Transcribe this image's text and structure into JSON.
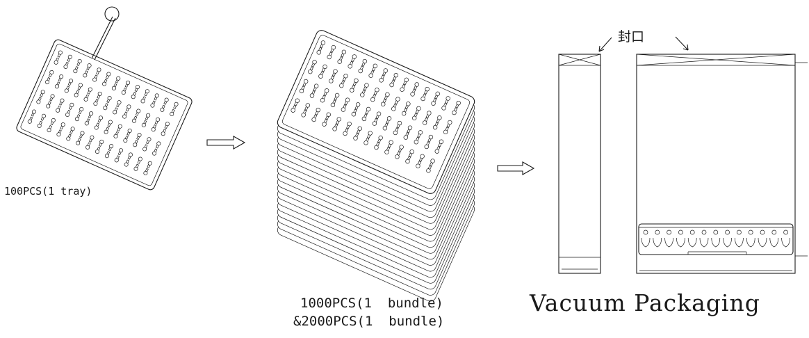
{
  "labels": {
    "single_tray": "100PCS(1 tray)",
    "bundle_line1": "1000PCS(1  bundle)",
    "bundle_line2": "&2000PCS(1  bundle)",
    "vacuum": "Vacuum Packaging",
    "seal": "封口"
  },
  "icons": {
    "flow_arrow_1": "right-arrow-icon",
    "flow_arrow_2": "right-arrow-icon",
    "seal_pointer_left": "pointer-arrow-icon",
    "seal_pointer_right": "pointer-arrow-icon"
  },
  "colors": {
    "line": "#1a1a1a",
    "background": "#ffffff"
  }
}
